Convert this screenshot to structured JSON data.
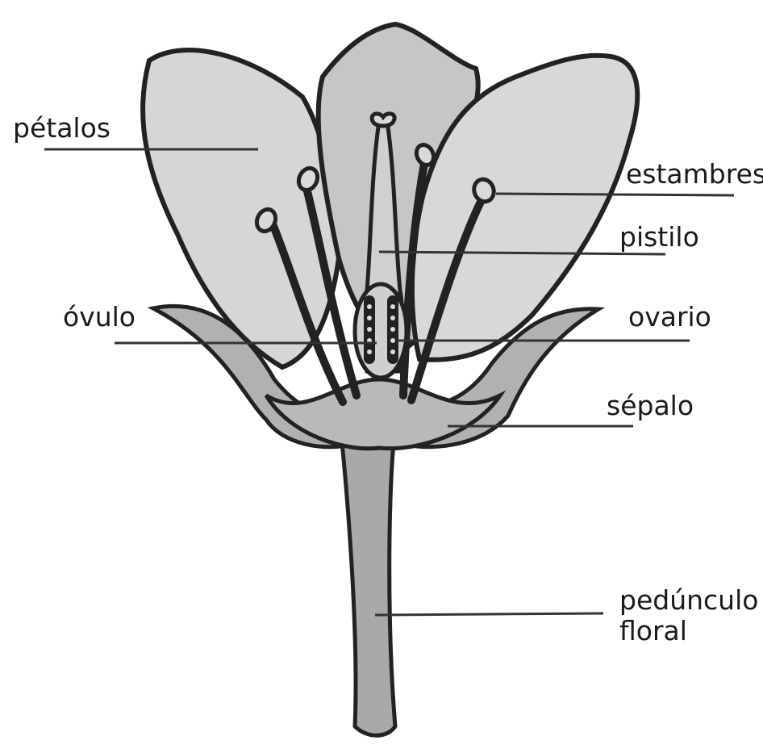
{
  "diagram": {
    "labels": {
      "petalos": "pétalos",
      "estambres": "estambres",
      "pistilo": "pistilo",
      "ovulo": "óvulo",
      "ovario": "ovario",
      "sepalo": "sépalo",
      "peduncle_line1": "pedúnculo",
      "peduncle_line2": "floral"
    }
  }
}
